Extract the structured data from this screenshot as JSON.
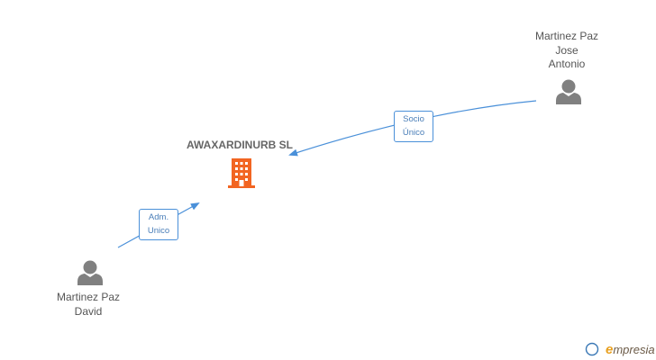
{
  "company": {
    "name": "AWAXARDINURB SL",
    "icon": "building-icon",
    "color": "#f26522"
  },
  "persons": [
    {
      "line1": "Martinez Paz",
      "line2": "Jose",
      "line3": "Antonio",
      "icon": "person-icon"
    },
    {
      "line1": "Martinez Paz",
      "line2": "David",
      "icon": "person-icon"
    }
  ],
  "relations": [
    {
      "from": "Martinez Paz Jose Antonio",
      "to": "AWAXARDINURB SL",
      "line1": "Socio",
      "line2": "Único"
    },
    {
      "from": "Martinez Paz David",
      "to": "AWAXARDINURB SL",
      "line1": "Adm.",
      "line2": "Unico"
    }
  ],
  "footer": {
    "copyright_symbol": "©",
    "brand_initial": "e",
    "brand_rest": "mpresia"
  },
  "colors": {
    "edge": "#4a90d9",
    "person": "#808080"
  }
}
